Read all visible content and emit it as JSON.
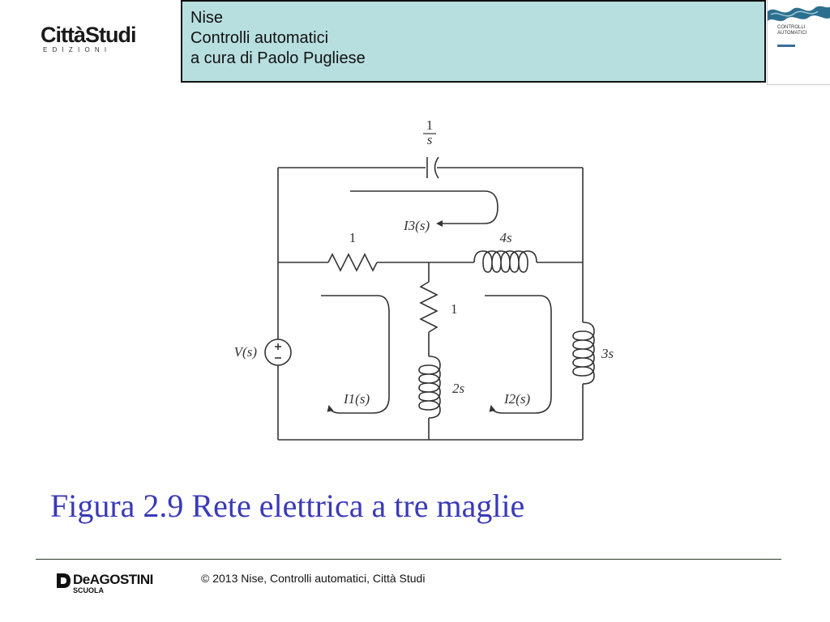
{
  "logos": {
    "publisher_top": {
      "name": "CittàStudi",
      "sub": "EDIZIONI"
    },
    "publisher_bottom": {
      "brand": "DeAGOSTINI",
      "sub": "SCUOLA"
    }
  },
  "header": {
    "line1": "Nise",
    "line2": "Controlli automatici",
    "line3": "a cura di Paolo Pugliese"
  },
  "book_cover": {
    "title": "CONTROLLI AUTOMATICI"
  },
  "circuit": {
    "capacitor_label_num": "1",
    "capacitor_label_den": "s",
    "resistor_top_label": "1",
    "inductor_top_label": "4s",
    "resistor_mid_label": "1",
    "inductor_mid_label": "2s",
    "inductor_right_label": "3s",
    "source_label": "V(s)",
    "mesh1_label": "I1(s)",
    "mesh2_label": "I2(s)",
    "mesh3_label": "I3(s)"
  },
  "caption": "Figura 2.9 Rete elettrica a tre maglie",
  "footer": {
    "copyright": "© 2013 Nise, Controlli automatici, Città Studi"
  }
}
